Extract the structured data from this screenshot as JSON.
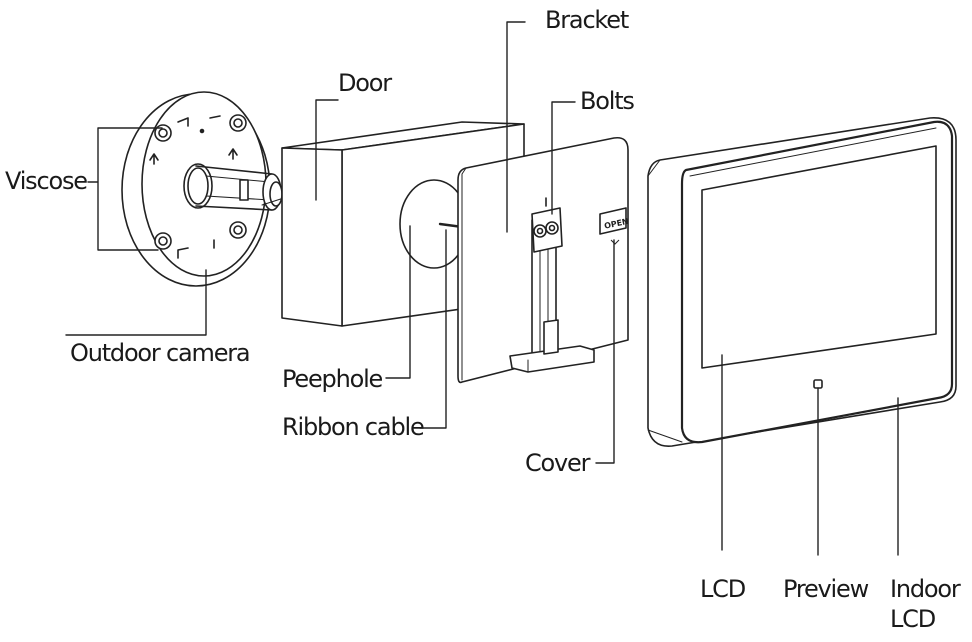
{
  "labels": {
    "bracket": "Bracket",
    "door": "Door",
    "bolts": "Bolts",
    "viscose": "Viscose",
    "outdoor_camera": "Outdoor camera",
    "peephole": "Peephole",
    "ribbon_cable": "Ribbon cable",
    "cover": "Cover",
    "lcd": "LCD",
    "preview": "Preview",
    "indoor_lcd_line1": "Indoor",
    "indoor_lcd_line2": "LCD"
  },
  "cover_marking": "OPEN",
  "colors": {
    "stroke": "#222222",
    "fill": "#ffffff",
    "shade": "#e9e9e9",
    "dark": "#555555"
  }
}
